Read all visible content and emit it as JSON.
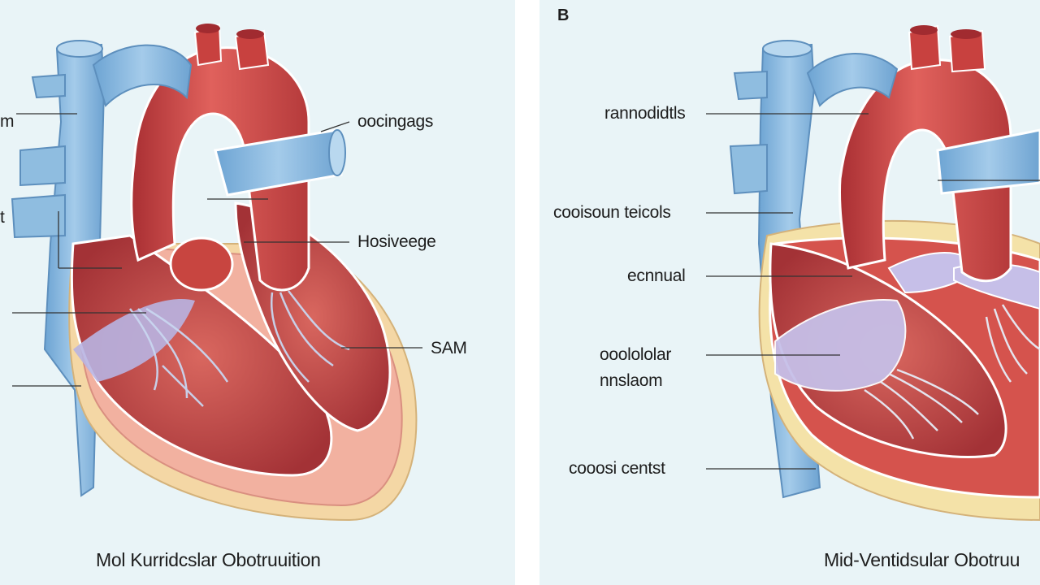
{
  "panel_a": {
    "labels": {
      "l1": "m",
      "l2": "t",
      "r1": "oocingags",
      "r2": "Hosiveege",
      "r3": "SAM"
    },
    "caption": "Mol Kurridcslar Obotruuition"
  },
  "panel_b": {
    "letter": "B",
    "labels": {
      "l1": "rannodidtls",
      "l2": "cooisoun teicols",
      "l3": "ecnnual",
      "l4a": "ooolololar",
      "l4b": "nnslaom",
      "l5": "cooosi centst"
    },
    "caption": "Mid-Ventidsular Obotruu"
  },
  "colors": {
    "background": "#e9f4f7",
    "vein_blue": "#8fbde0",
    "artery_red": "#c8413f",
    "muscle_red": "#b83a3a",
    "chordae": "#c9d6f0",
    "pericardium": "#f6d9a8",
    "label_line": "#333333"
  }
}
